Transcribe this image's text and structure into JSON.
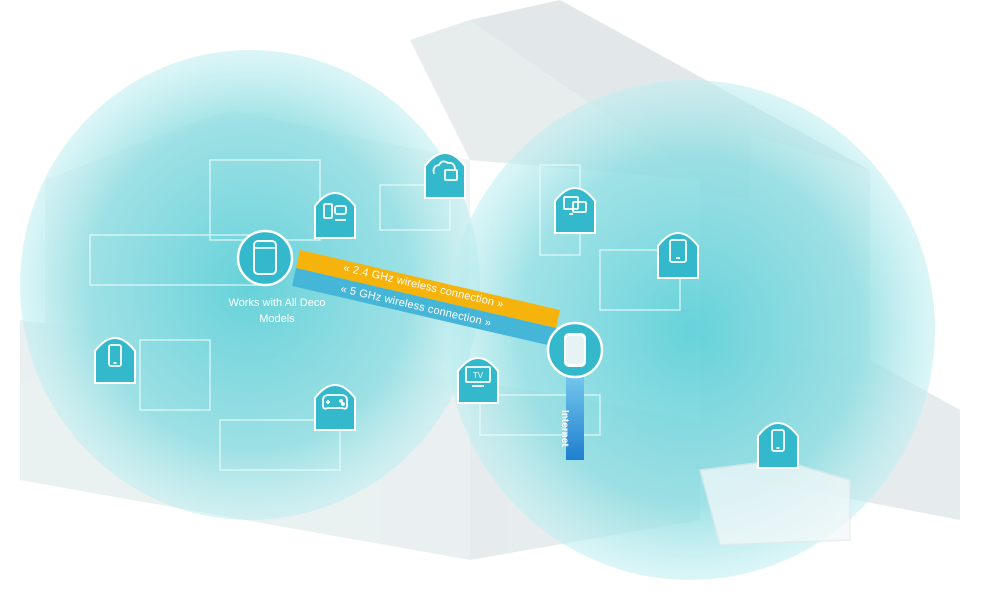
{
  "diagram": {
    "links": [
      {
        "label": "2.4 GHz wireless connection",
        "color": "#f5b30c"
      },
      {
        "label": "5 GHz wireless connection",
        "color": "#46b6d8"
      }
    ],
    "satellite_label": "Works with All Deco Models",
    "uplink_label": "Internet"
  },
  "colors": {
    "coverage": "#7fd8de",
    "coverage_edge": "#9ee3e6",
    "device_badge": "#33b8cc",
    "band_24": "#f5b30c",
    "band_5": "#46b6d8",
    "uplink": "#2a8fd8",
    "house_wall": "#e9f2f3",
    "roof": "#e3e8ea"
  },
  "devices": [
    {
      "icon": "phone-game-icon"
    },
    {
      "icon": "cloud-screen-icon"
    },
    {
      "icon": "monitor-screen-icon"
    },
    {
      "icon": "tablet-icon"
    },
    {
      "icon": "phone-icon"
    },
    {
      "icon": "gamepad-icon"
    },
    {
      "icon": "tv-icon"
    },
    {
      "icon": "phone-icon"
    }
  ]
}
